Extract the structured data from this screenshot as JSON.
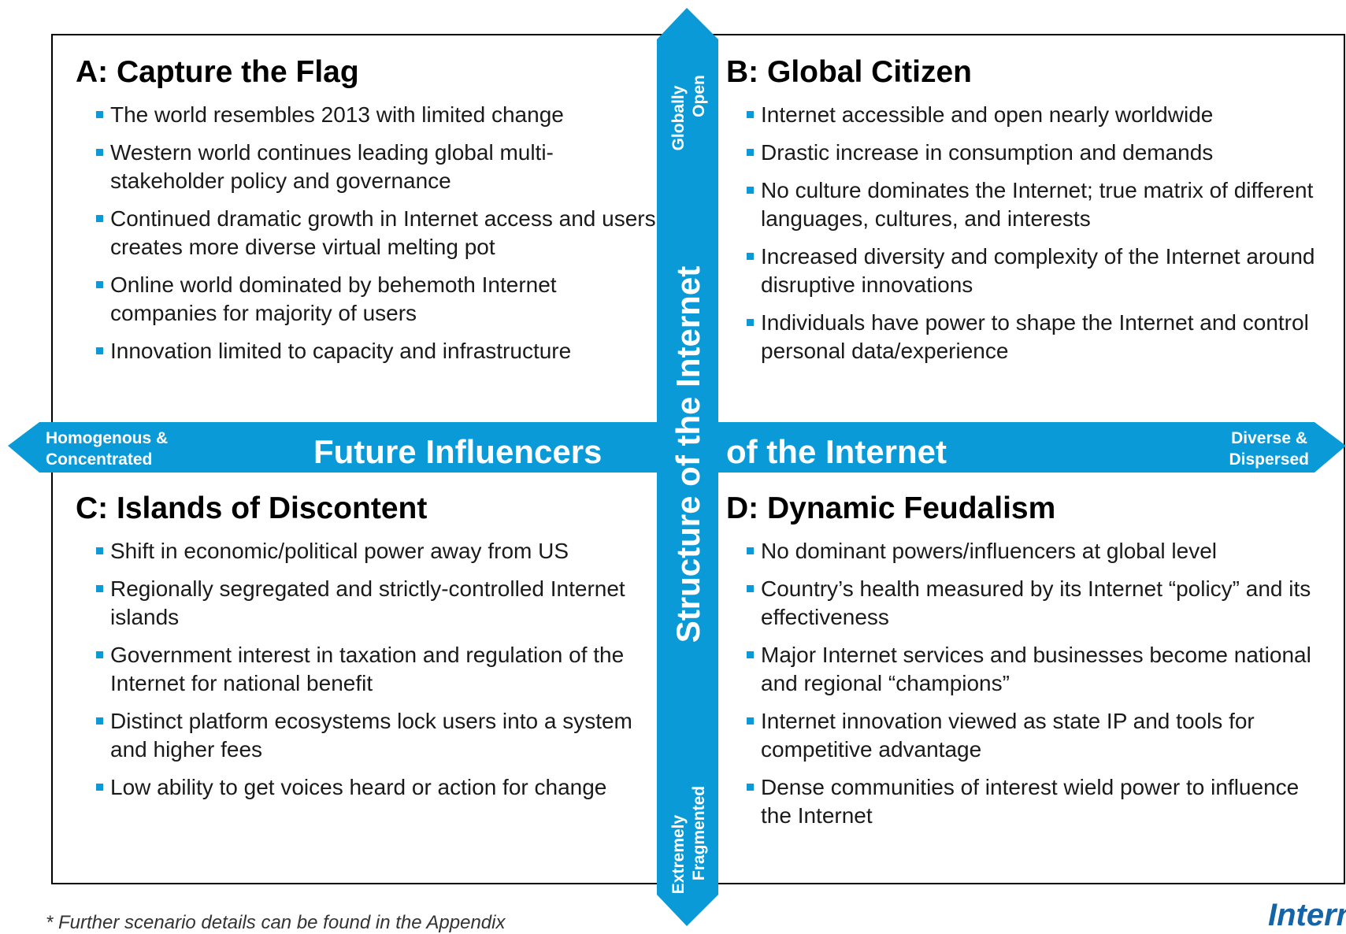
{
  "colors": {
    "arrow": "#0a9ad8",
    "bullet": "#0a9ad8",
    "logo": "#1565a6"
  },
  "axes": {
    "horizontal": {
      "left_label": [
        "Homogenous &",
        "Concentrated"
      ],
      "right_label": [
        "Diverse &",
        "Dispersed"
      ],
      "title_left": "Future Influencers",
      "title_right": "of the Internet"
    },
    "vertical": {
      "top_label": [
        "Globally",
        "Open"
      ],
      "bottom_label": [
        "Extremely",
        "Fragmented"
      ],
      "title": "Structure of the Internet"
    }
  },
  "quadrants": {
    "a": {
      "title": "A: Capture the Flag",
      "bullets": [
        "The world resembles 2013 with limited change",
        "Western world continues leading global multi-stakeholder policy and governance",
        "Continued dramatic growth in Internet access and users creates more diverse virtual melting pot",
        "Online world dominated by behemoth Internet companies for majority of users",
        "Innovation limited to capacity and infrastructure"
      ]
    },
    "b": {
      "title": "B: Global Citizen",
      "bullets": [
        "Internet accessible and open nearly worldwide",
        "Drastic increase in consumption and demands",
        "No culture dominates the Internet; true matrix of different languages, cultures, and interests",
        "Increased diversity and complexity of the Internet around disruptive innovations",
        "Individuals have power to shape the Internet and control personal data/experience"
      ]
    },
    "c": {
      "title": "C: Islands of Discontent",
      "bullets": [
        "Shift in economic/political power away from US",
        "Regionally segregated and strictly-controlled Internet islands",
        "Government interest in taxation and regulation of the Internet for national benefit",
        "Distinct platform ecosystems lock users into a system and higher fees",
        "Low ability to get voices heard or action for change"
      ]
    },
    "d": {
      "title": "D: Dynamic Feudalism",
      "bullets": [
        "No dominant powers/influencers at global level",
        "Country’s health measured by its Internet “policy” and its effectiveness",
        "Major Internet services and businesses become national and regional “champions”",
        "Internet innovation viewed as state IP and tools for competitive advantage",
        "Dense communities of interest wield power to influence the Internet"
      ]
    }
  },
  "footnote": "* Further scenario details can be found in the Appendix",
  "logo_text": "Internet"
}
